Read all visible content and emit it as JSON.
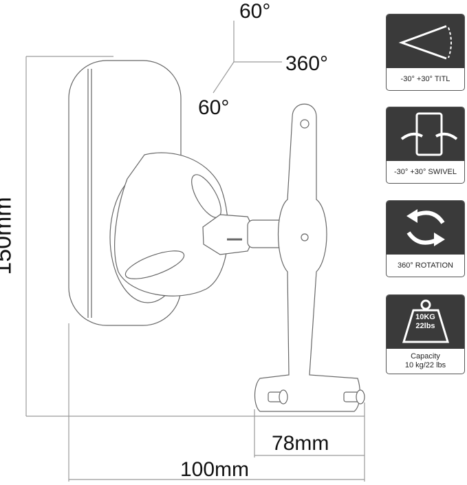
{
  "dimensions": {
    "angle_up": "60°",
    "angle_side": "360°",
    "angle_down": "60°",
    "height": "150mm",
    "plate_width": "78mm",
    "total_width": "100mm"
  },
  "features": [
    {
      "icon": "tilt-icon",
      "label": "-30° +30° TITL"
    },
    {
      "icon": "swivel-icon",
      "label": "-30° +30° SWIVEL"
    },
    {
      "icon": "rotation-icon",
      "label": "360° ROTATION"
    },
    {
      "icon": "weight-icon",
      "weight_line1": "10KG",
      "weight_line2": "22lbs",
      "label_line1": "Capacity",
      "label_line2": "10 kg/22 lbs"
    }
  ]
}
